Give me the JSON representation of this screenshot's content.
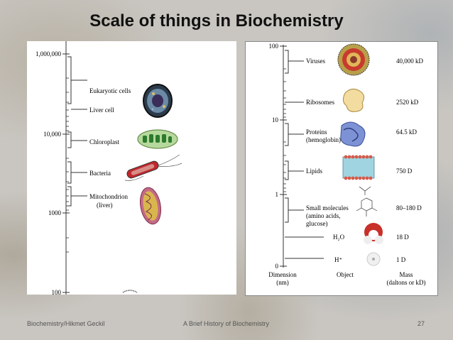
{
  "slide": {
    "title": "Scale of things in Biochemistry",
    "footer_left": "Biochemistry/Hikmet Geckil",
    "footer_center": "A Brief History of Biochemistry",
    "page_number": "27"
  },
  "left_figure": {
    "ticks": [
      "1,000,000",
      "10,000",
      "1000",
      "100"
    ],
    "items": [
      {
        "label": "Eukaryotic cells",
        "icon": "eukaryotic-cell-icon"
      },
      {
        "label": "Liver cell",
        "icon": ""
      },
      {
        "label": "Chloroplast",
        "icon": "chloroplast-icon"
      },
      {
        "label": "Bacteria",
        "icon": "bacterium-icon"
      },
      {
        "label": "Mitochondrion",
        "label2": "(liver)",
        "icon": "mitochondrion-icon"
      }
    ]
  },
  "right_figure": {
    "ticks": [
      "100",
      "10",
      "1",
      "0"
    ],
    "items": [
      {
        "label": "Viruses",
        "mass": "40,000 kD",
        "icon": "virus-icon"
      },
      {
        "label": "Ribosomes",
        "mass": "2520 kD",
        "icon": "ribosome-icon"
      },
      {
        "label": "Proteins",
        "label2": "(hemoglobin)",
        "mass": "64.5 kD",
        "icon": "hemoglobin-icon"
      },
      {
        "label": "Lipids",
        "mass": "750 D",
        "icon": "lipid-bilayer-icon"
      },
      {
        "label": "Small molecules",
        "label2": "(amino acids,",
        "label3": "glucose)",
        "mass": "80–180 D",
        "icon": "molecule-structure-icon"
      },
      {
        "label": "H₂O",
        "mass": "18 D",
        "icon": "water-molecule-icon"
      },
      {
        "label": "H⁺",
        "mass": "1 D",
        "icon": "proton-icon"
      }
    ],
    "columns": {
      "dimension": "Dimension",
      "dimension_unit": "(nm)",
      "object": "Object",
      "mass": "Mass",
      "mass_unit": "(daltons or kD)"
    }
  }
}
